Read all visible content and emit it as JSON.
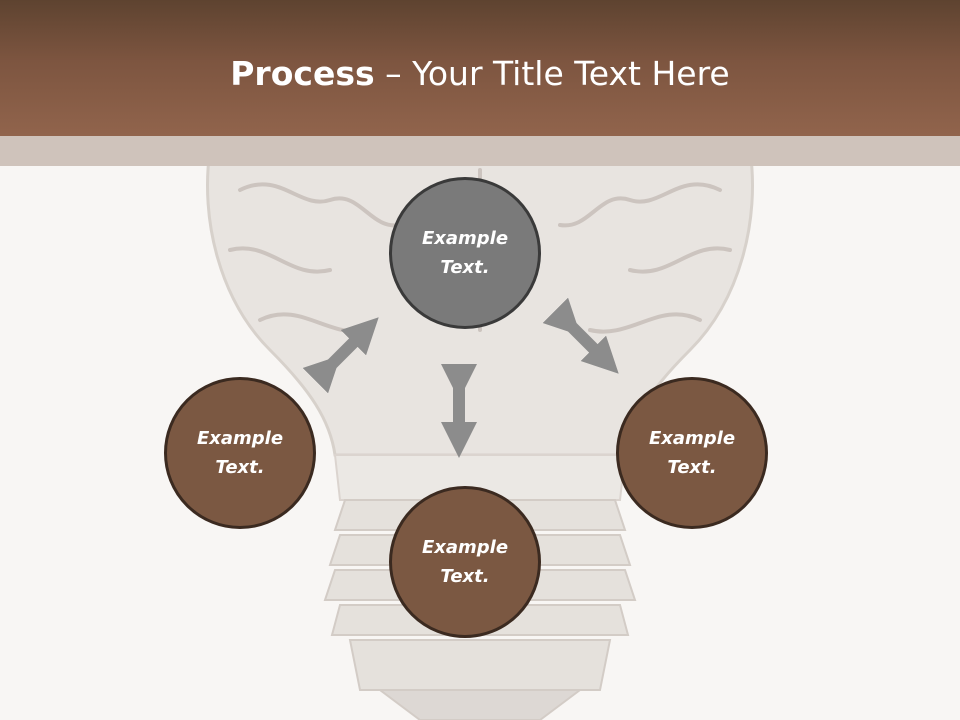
{
  "slide": {
    "title_bold": "Process",
    "title_rest": " – Your Title Text Here"
  },
  "nodes": {
    "top": {
      "line1": "Example",
      "line2": "Text."
    },
    "left": {
      "line1": "Example",
      "line2": "Text."
    },
    "right": {
      "line1": "Example",
      "line2": "Text."
    },
    "bottom": {
      "line1": "Example",
      "line2": "Text."
    }
  },
  "colors": {
    "header": "#7d5540",
    "node_brown": "#7b5842",
    "node_gray": "#7a7a7a",
    "arrow": "#8c8c8c"
  }
}
